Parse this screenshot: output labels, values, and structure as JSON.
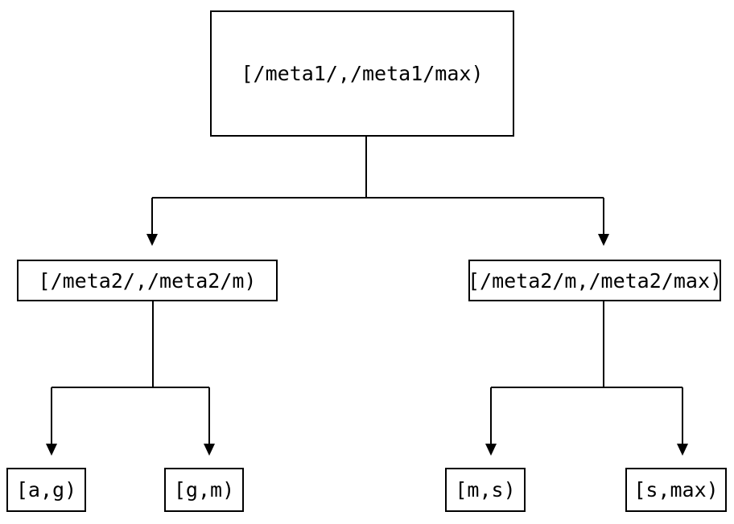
{
  "diagram": {
    "type": "tree",
    "colors": {
      "background": "#ffffff",
      "line": "#000000",
      "text": "#000000"
    },
    "nodes": [
      {
        "id": "root",
        "label": "[/meta1/,/meta1/max)"
      },
      {
        "id": "meta2-left",
        "label": "[/meta2/,/meta2/m)"
      },
      {
        "id": "meta2-right",
        "label": "[/meta2/m,/meta2/max)"
      },
      {
        "id": "leaf-ag",
        "label": "[a,g)"
      },
      {
        "id": "leaf-gm",
        "label": "[g,m)"
      },
      {
        "id": "leaf-ms",
        "label": "[m,s)"
      },
      {
        "id": "leaf-smax",
        "label": "[s,max)"
      }
    ],
    "edges": [
      {
        "from": "root",
        "to": "meta2-left"
      },
      {
        "from": "root",
        "to": "meta2-right"
      },
      {
        "from": "meta2-left",
        "to": "leaf-ag"
      },
      {
        "from": "meta2-left",
        "to": "leaf-gm"
      },
      {
        "from": "meta2-right",
        "to": "leaf-ms"
      },
      {
        "from": "meta2-right",
        "to": "leaf-smax"
      }
    ]
  }
}
